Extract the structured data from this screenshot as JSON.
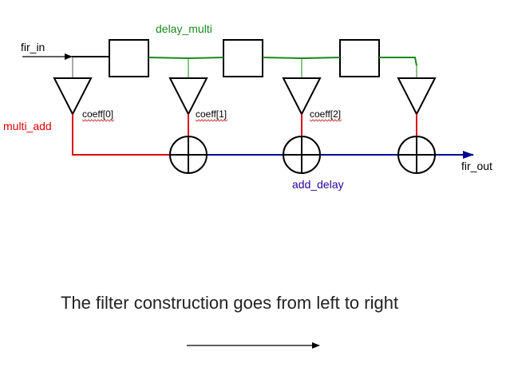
{
  "diagram": {
    "labels": {
      "fir_in": "fir_in",
      "fir_out": "fir_out",
      "delay_multi": "delay_multi",
      "multi_add": "multi_add",
      "add_delay": "add_delay"
    },
    "coefficients": [
      "coeff[0]",
      "coeff[1]",
      "coeff[2]"
    ],
    "caption": "The filter construction goes from left to right",
    "colors": {
      "black": "#000000",
      "delay_multi": "#1a8a1a",
      "multi_add": "#e00000",
      "add_delay": "#000090",
      "add_delay_label": "#2a00a0"
    }
  }
}
